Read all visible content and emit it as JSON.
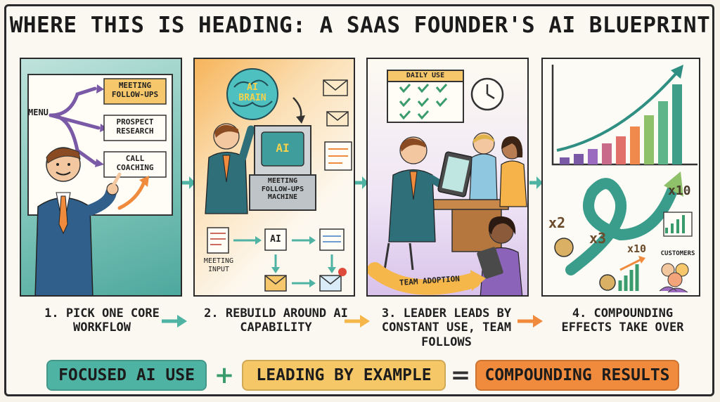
{
  "title": "WHERE THIS IS HEADING: A SAAS FOUNDER'S AI BLUEPRINT",
  "panel1": {
    "menu_label": "MENU",
    "options": [
      "MEETING FOLLOW-UPS",
      "PROSPECT RESEARCH",
      "CALL COACHING"
    ]
  },
  "panel2": {
    "brain_label": "AI BRAIN",
    "machine_screen": "AI",
    "machine_label": "MEETING FOLLOW-UPS MACHINE",
    "flow_ai": "AI",
    "input_label": "MEETING INPUT"
  },
  "panel3": {
    "calendar_label": "DAILY USE",
    "adoption_label": "TEAM ADOPTION"
  },
  "panel4": {
    "mult_x2": "x2",
    "mult_x3": "x3",
    "mult_x10_top": "x10",
    "mult_x10_bottom": "x10",
    "customers_label": "CUSTOMERS"
  },
  "steps": [
    "1. PICK ONE CORE WORKFLOW",
    "2. REBUILD AROUND AI CAPABILITY",
    "3. LEADER LEADS BY CONSTANT USE, TEAM FOLLOWS",
    "4. COMPOUNDING EFFECTS TAKE OVER"
  ],
  "equation": {
    "term1": "FOCUSED AI USE",
    "plus": "+",
    "term2": "LEADING BY EXAMPLE",
    "equals": "=",
    "result": "COMPOUNDING RESULTS"
  },
  "colors": {
    "teal": "#4fb3a3",
    "orange": "#f08a3c",
    "yellow": "#f5c766",
    "purple": "#9b6bbf",
    "green": "#3a9c6c"
  },
  "icons": [
    "founder",
    "brain-icon",
    "machine-icon",
    "envelope-icon",
    "calendar-icon",
    "clock-icon",
    "tablet-icon",
    "growth-chart-icon",
    "money-bag-icon",
    "customers-icon"
  ]
}
